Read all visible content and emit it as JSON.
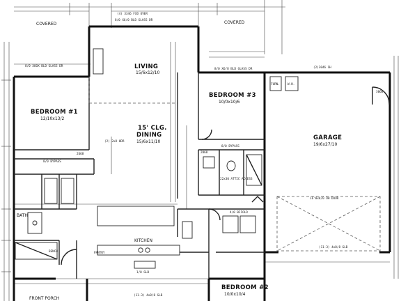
{
  "rooms": {
    "covered_left": "COVERED",
    "covered_right": "COVERED",
    "living": "LIVING",
    "living_size": "15/6x12/10",
    "ceiling_note": "15' CLG.",
    "dining": "DINING",
    "dining_size": "15/6x11/10",
    "bedroom1": "BEDROOM #1",
    "bedroom1_size": "12/10x13/2",
    "bedroom3": "BEDROOM #3",
    "bedroom3_size": "10/0x10/6",
    "garage": "GARAGE",
    "garage_size": "19/6x27/10",
    "kitchen": "KITCHEN",
    "bath": "BATH",
    "bedroom2": "BEDROOM #2",
    "bedroom2_size": "10/0x10/4",
    "front_porch": "FRONT PORCH",
    "pantry": "PANTRY",
    "bench": "BENCH"
  },
  "notes": {
    "top_window": "(4) 3346 FXD OVER",
    "top_door": "8/0 X6/0 BLD GLASS DR",
    "top_right_window": "(2)3046 SH",
    "bed3_door": "8/0 X6/8 BLD GLASS DR",
    "furn": "FURN.",
    "wh": "W.H.",
    "garage_door": "16'0x8/0 OH DOOR",
    "garage_glb": "(11-3) 4x8/8 GLB",
    "bypass1": "8/0 BYPASS",
    "bypass2": "8/0 BYPASS",
    "bifold": "4/0 BIFOLD",
    "attic": "22x30 ATTIC ACCESS",
    "pantry_door": "1/0 GLB",
    "bed1_door": "8/0 XOOX BLD GLASS DR",
    "glb": "(11-3) 4x8/8 GLB",
    "d2668": "2668",
    "d3068": "3068",
    "gate": "2068",
    "hdr": "(2) 2x8 HDR"
  }
}
